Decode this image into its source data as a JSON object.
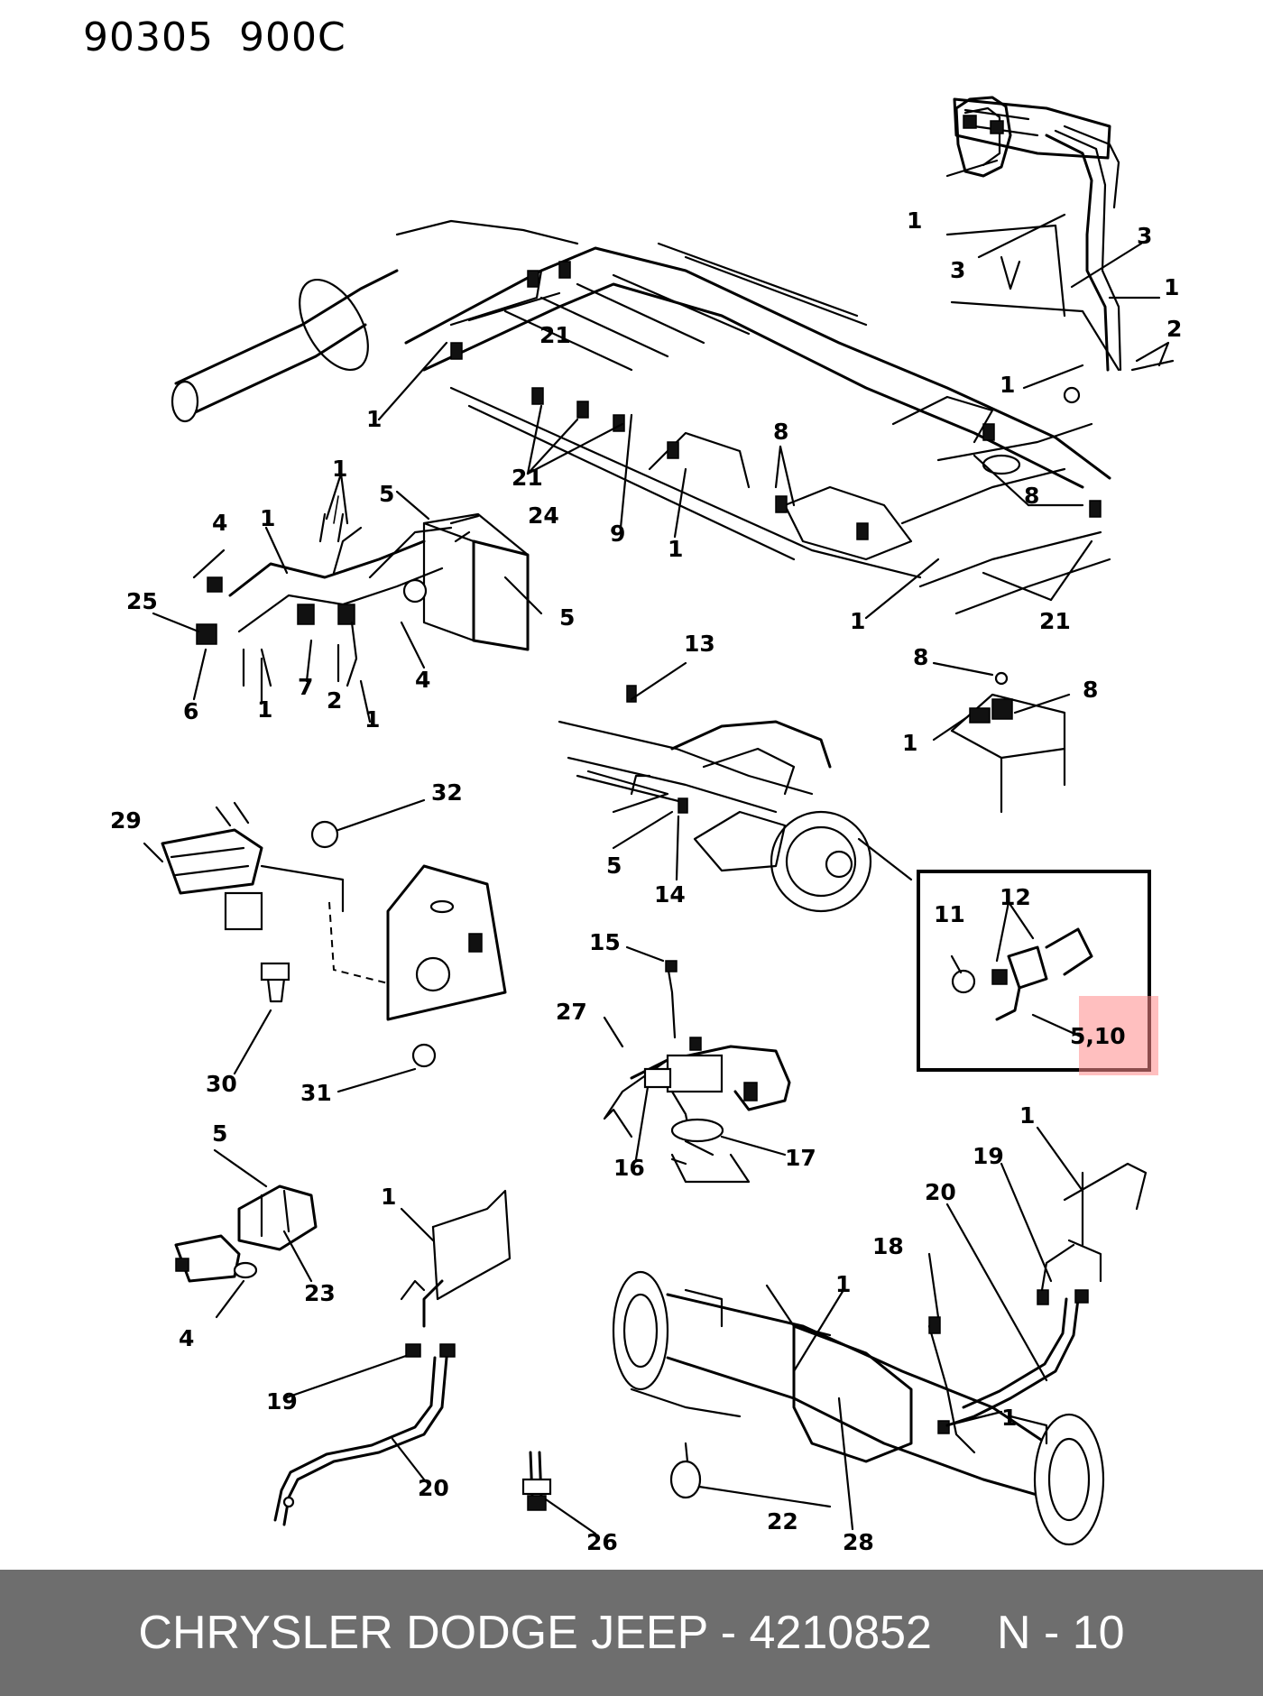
{
  "header": {
    "code1": "90305",
    "code2": "900C"
  },
  "footer": {
    "brand": "CHRYSLER DODGE JEEP - 4210852",
    "page": "N - 10"
  },
  "callouts": {
    "c1": "1",
    "c2": "2",
    "c3": "3",
    "c4": "4",
    "c5": "5",
    "c6": "6",
    "c7": "7",
    "c8": "8",
    "c9": "9",
    "c11": "11",
    "c12": "12",
    "c13": "13",
    "c14": "14",
    "c15": "15",
    "c16": "16",
    "c17": "17",
    "c18": "18",
    "c19": "19",
    "c20": "20",
    "c21": "21",
    "c22": "22",
    "c23": "23",
    "c24": "24",
    "c25": "25",
    "c26": "26",
    "c27": "27",
    "c28": "28",
    "c29": "29",
    "c30": "30",
    "c31": "31",
    "c32": "32",
    "c5_10": "5,10"
  },
  "highlight": {
    "color": "#ff8a8a",
    "target": "5,10"
  }
}
